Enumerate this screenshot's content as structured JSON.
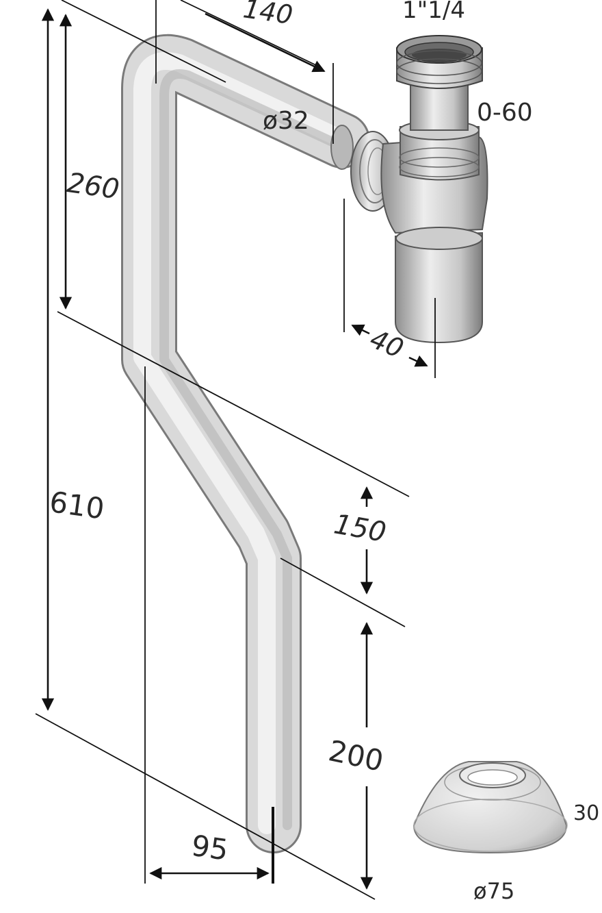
{
  "labels": {
    "len_140": "140",
    "thread_size": "1\"1/4",
    "adjust_range": "0-60",
    "diam_32": "ø32",
    "len_260": "260",
    "offset_40": "40",
    "len_610": "610",
    "len_150": "150",
    "len_200": "200",
    "len_95": "95",
    "rosette_height": "30",
    "rosette_diam": "ø75"
  },
  "colors": {
    "pipe_light": "#f2f2f2",
    "pipe_mid": "#d4d4d4",
    "pipe_dark": "#a8a8a8",
    "line": "#111111",
    "text": "#2a2a2a"
  }
}
